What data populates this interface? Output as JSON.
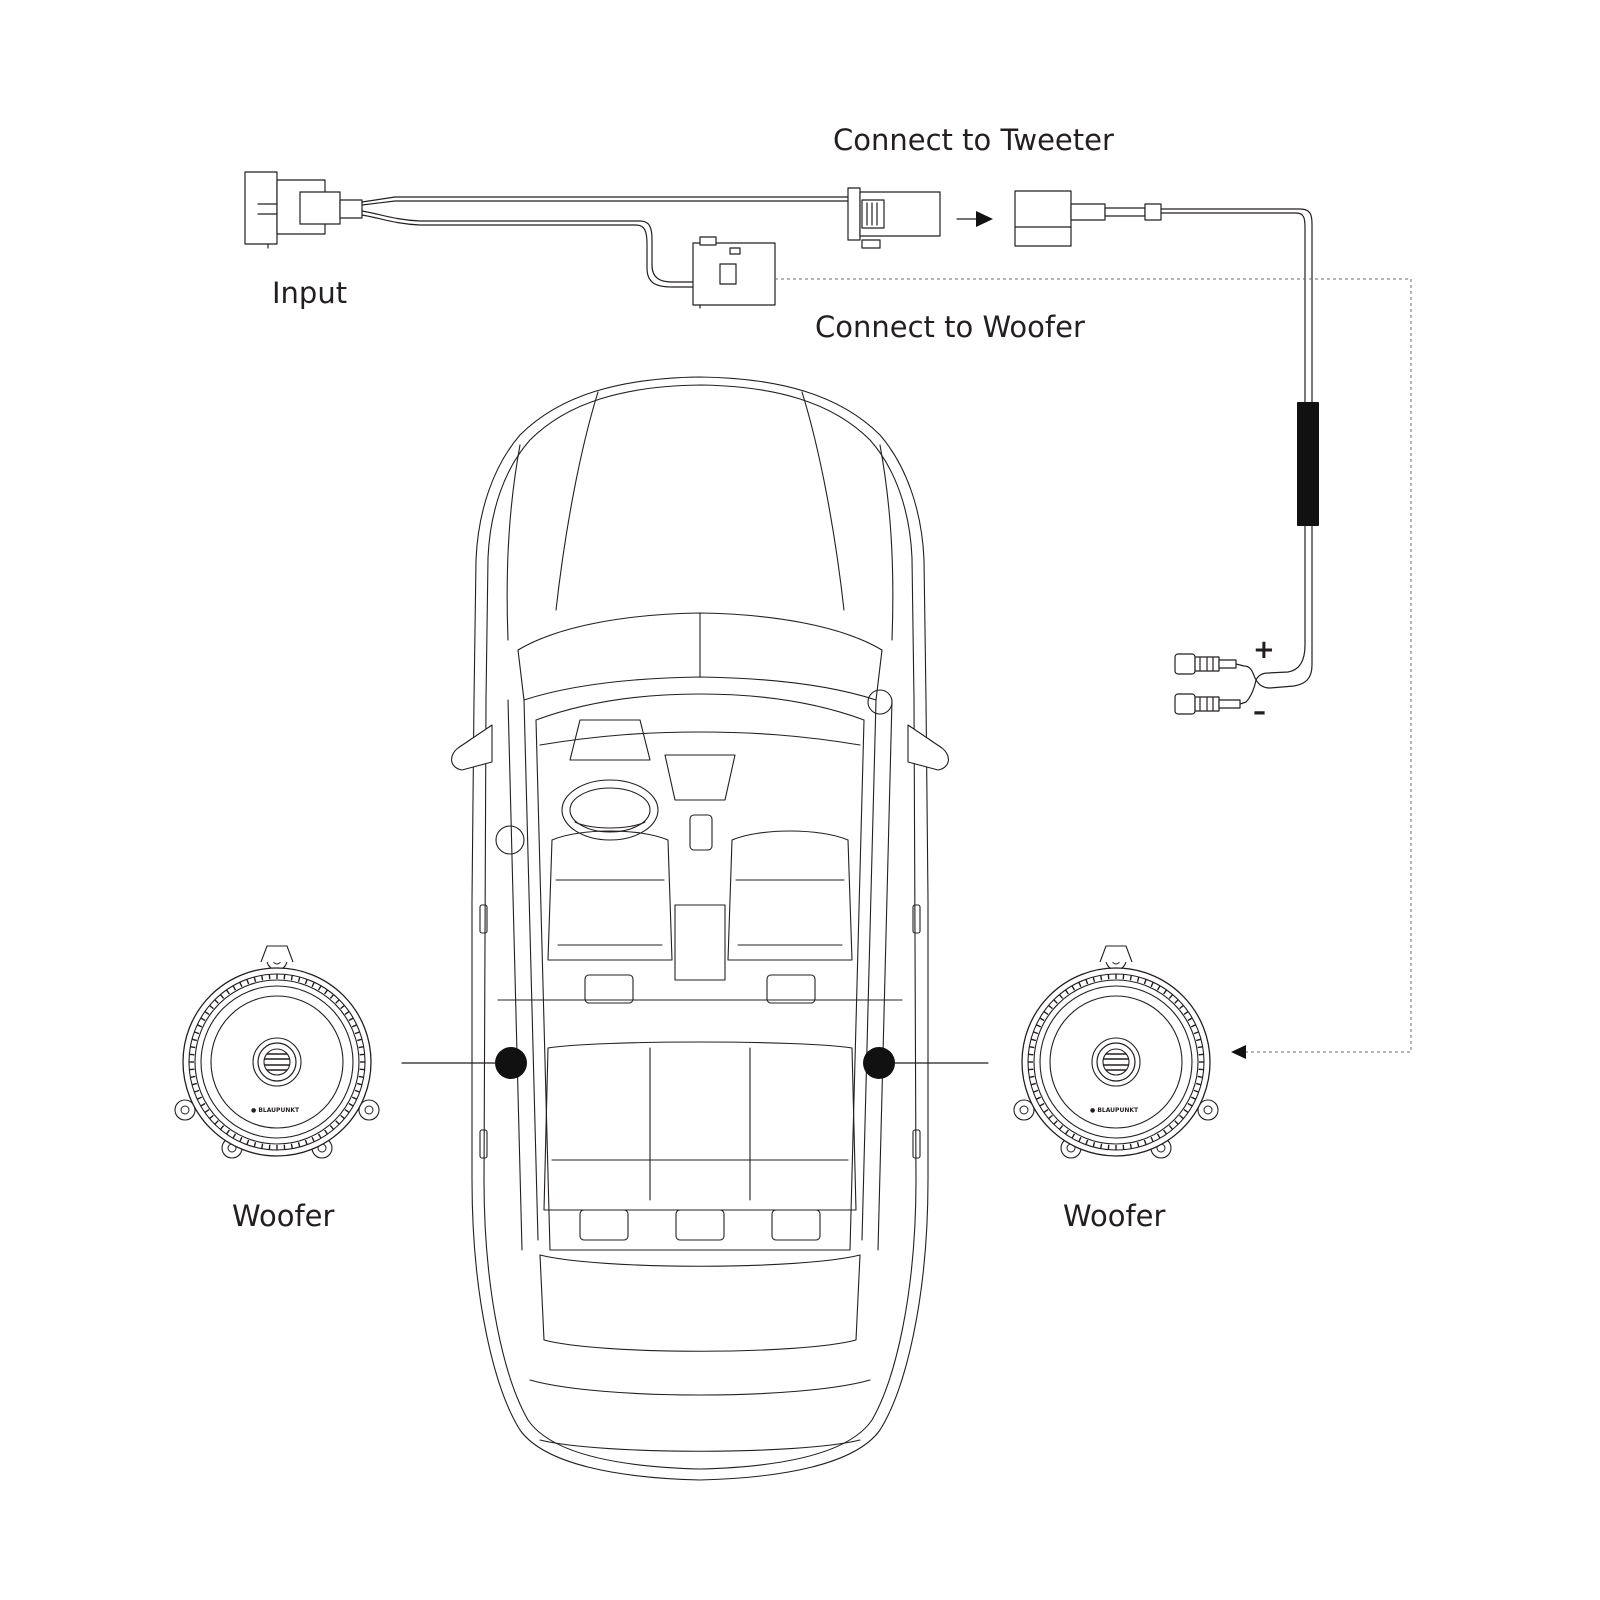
{
  "labels": {
    "tweeter_connect": "Connect to Tweeter",
    "woofer_connect": "Connect to Woofer",
    "input": "Input",
    "woofer_left": "Woofer",
    "woofer_right": "Woofer",
    "plus": "+",
    "minus": "–"
  },
  "colors": {
    "line": "#231f20",
    "dashed": "#6d6e71",
    "fill": "#111111"
  },
  "speaker_brand": "BLAUPUNKT",
  "icons": [
    "input-connector",
    "tweeter-connector",
    "woofer-connector",
    "tweeter-plug",
    "arrow-right",
    "arrowhead-left",
    "crossover-filter",
    "terminal-plus",
    "terminal-minus",
    "car-top-view",
    "woofer-speaker",
    "mount-point"
  ]
}
